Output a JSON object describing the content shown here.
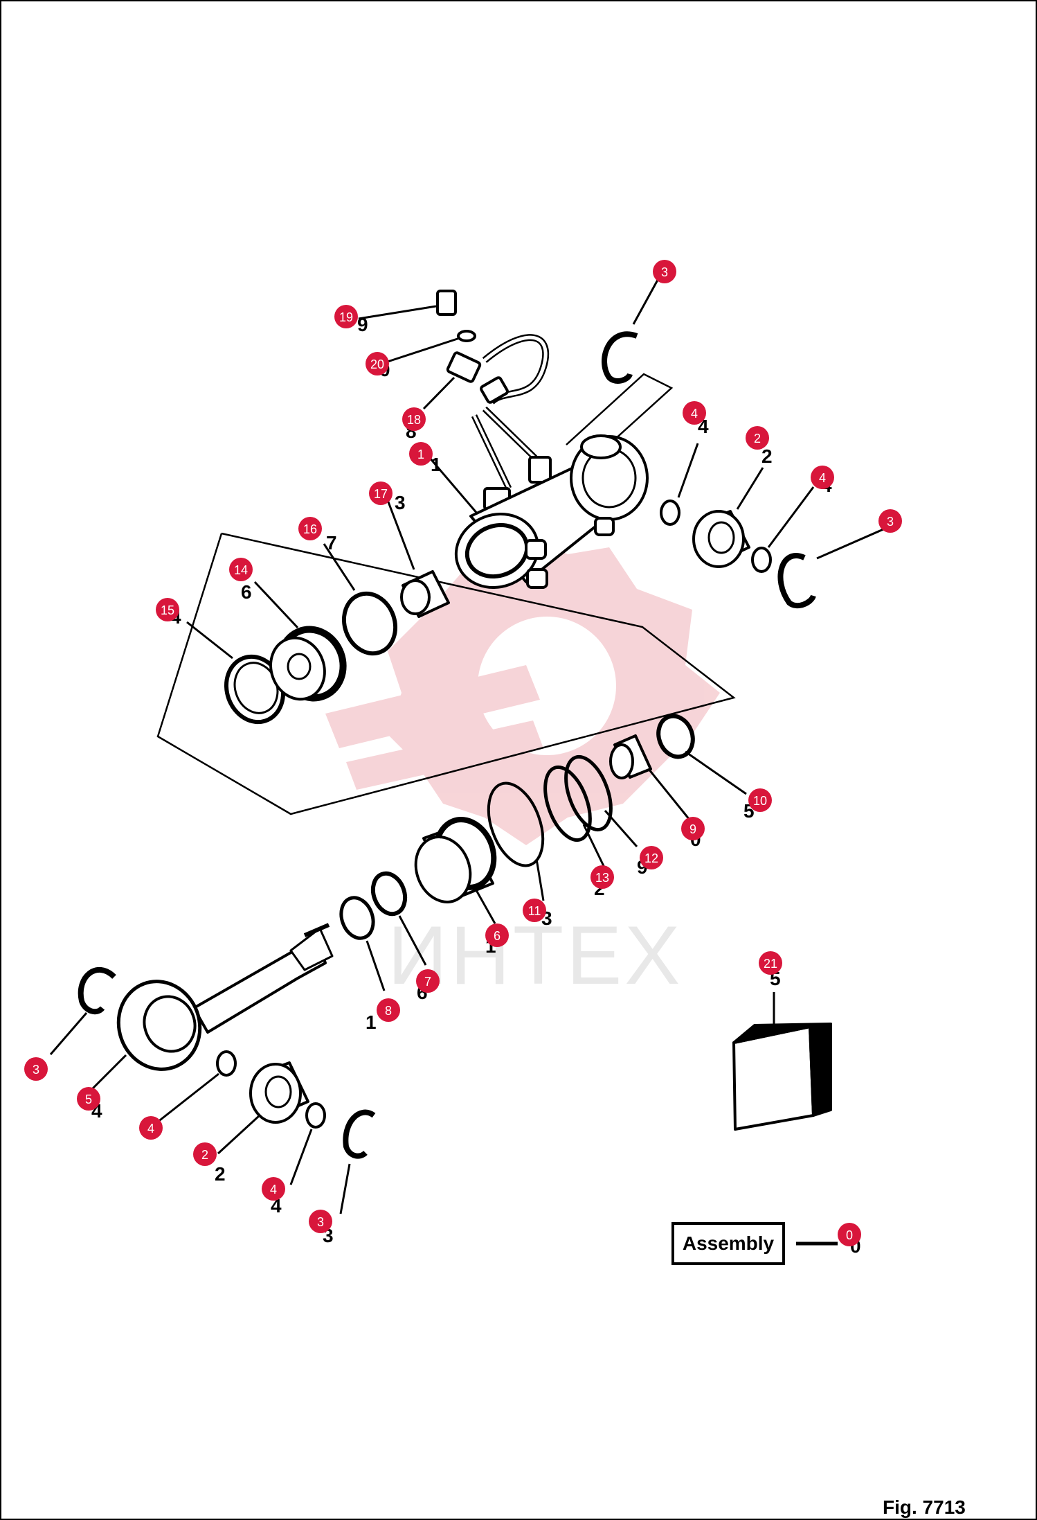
{
  "figure": {
    "caption": "Fig. 7713"
  },
  "assembly_label": "Assembly",
  "watermark": {
    "text": "ИНТЕХ"
  },
  "colors": {
    "callout": "#d8163b",
    "watermark_logo": "#f6d0d4"
  },
  "callouts": [
    "3",
    "19",
    "20",
    "18",
    "1",
    "4",
    "2",
    "4",
    "3",
    "17",
    "16",
    "14",
    "15",
    "10",
    "9",
    "12",
    "13",
    "11",
    "6",
    "7",
    "8",
    "21",
    "3",
    "5",
    "4",
    "2",
    "4",
    "3",
    "0"
  ],
  "printed_numbers": [
    "9",
    "0",
    "8",
    "1",
    "4",
    "2",
    "4",
    "3",
    "7",
    "6",
    "4",
    "5",
    "0",
    "9",
    "2",
    "3",
    "1",
    "6",
    "1",
    "5",
    "4",
    "2",
    "4",
    "3",
    "0"
  ]
}
